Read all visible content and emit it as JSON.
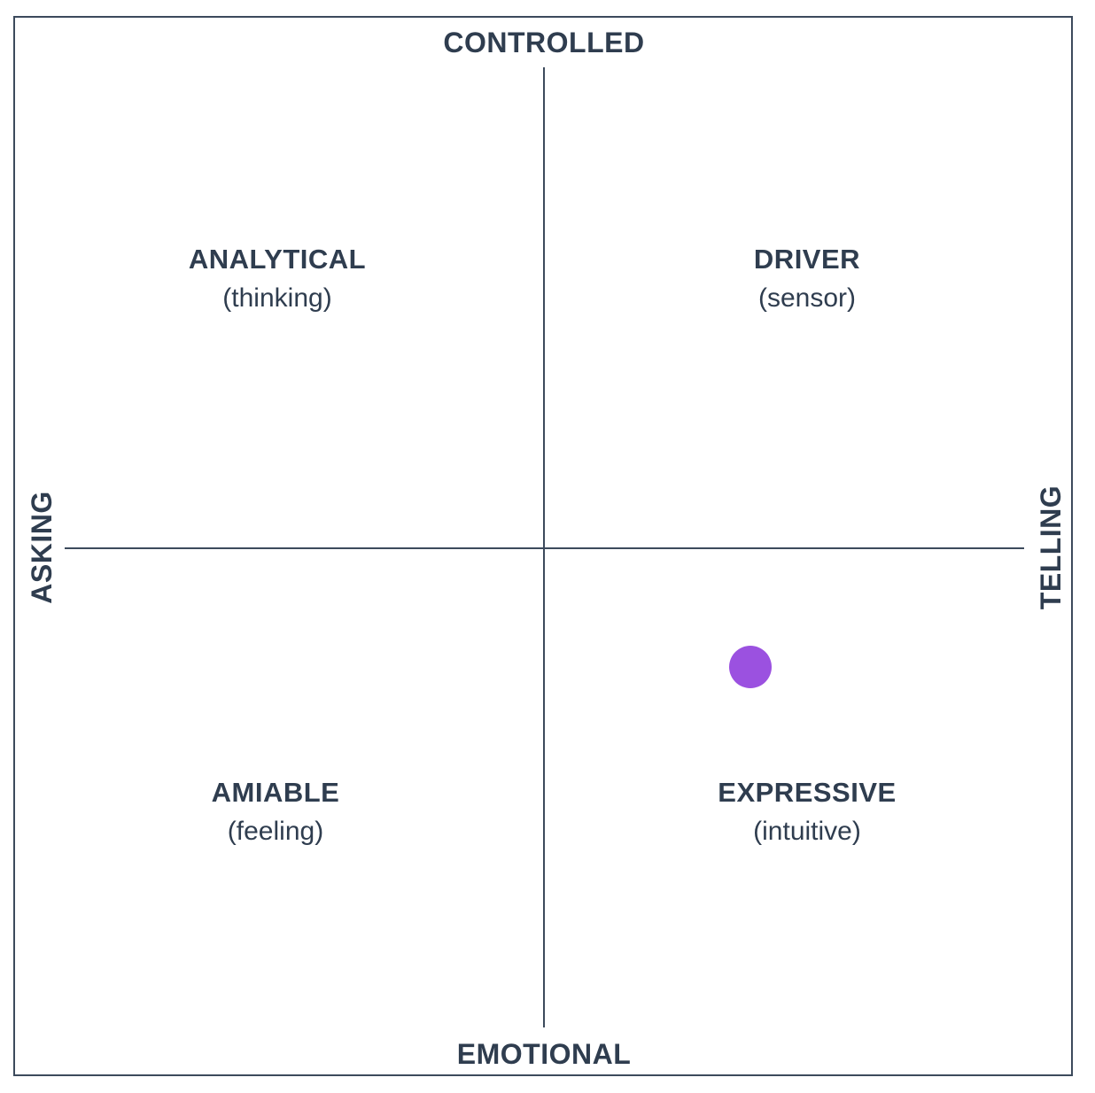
{
  "axes": {
    "top": "CONTROLLED",
    "bottom": "EMOTIONAL",
    "left": "ASKING",
    "right": "TELLING"
  },
  "quadrants": [
    {
      "title": "ANALYTICAL",
      "subtitle": "(thinking)"
    },
    {
      "title": "DRIVER",
      "subtitle": "(sensor)"
    },
    {
      "title": "AMIABLE",
      "subtitle": "(feeling)"
    },
    {
      "title": "EXPRESSIVE",
      "subtitle": "(intuitive)"
    }
  ],
  "marker": {
    "quadrant": "EXPRESSIVE",
    "color": "#9b51e0"
  },
  "colors": {
    "text": "#2f3d4f",
    "lines": "#3c4a5c"
  }
}
